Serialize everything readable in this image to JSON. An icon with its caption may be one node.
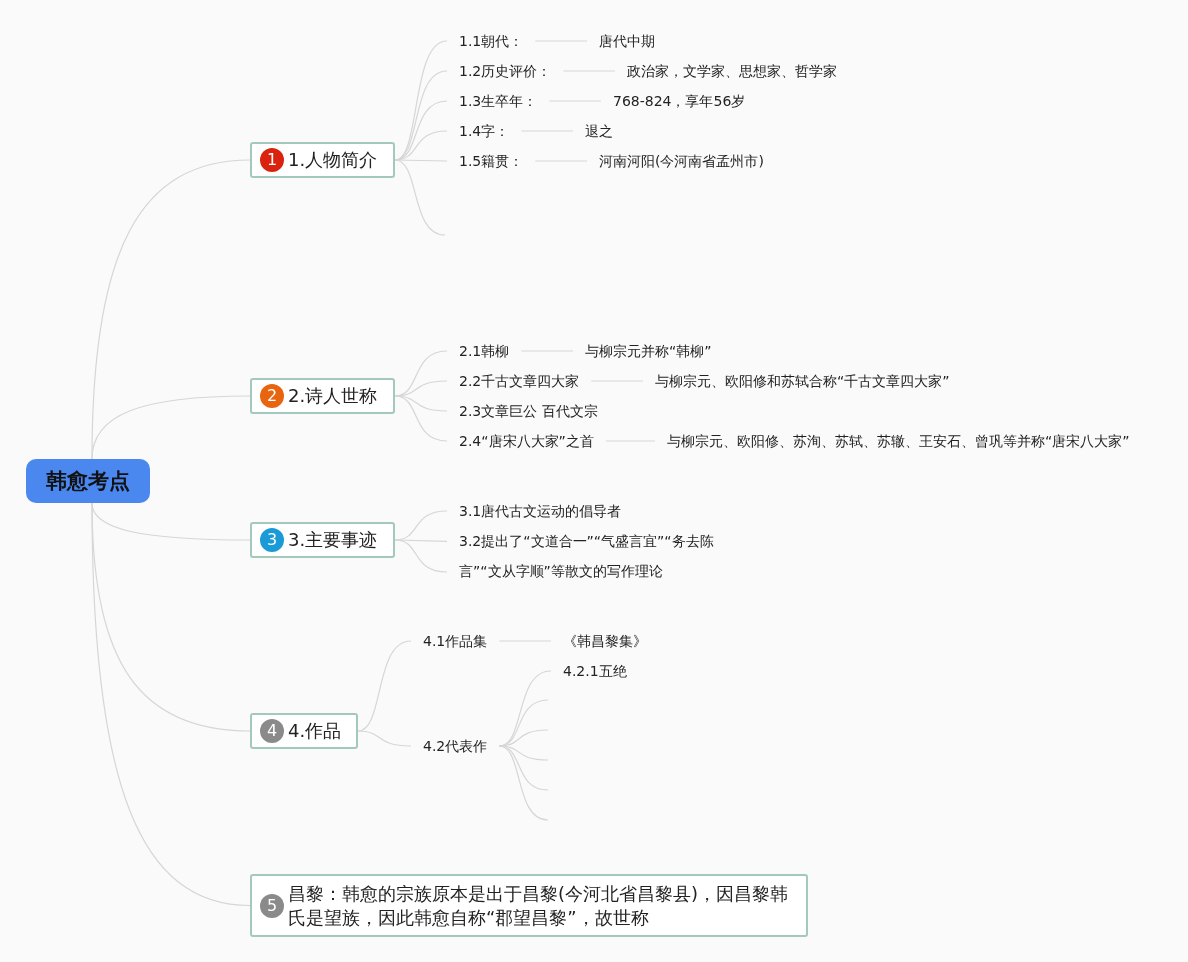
{
  "diagram": {
    "nodes": [
      {
        "text": [
          "韩愈考点"
        ]
      },
      {
        "text": [
          "1",
          "1.人物简介"
        ]
      },
      {
        "text": [
          "1.1朝代："
        ]
      },
      {
        "text": [
          "唐代中期"
        ]
      },
      {
        "text": [
          "1.2历史评价："
        ]
      },
      {
        "text": [
          "政治家，文学家、思想家、哲学家"
        ]
      },
      {
        "text": [
          "1.3生卒年："
        ]
      },
      {
        "text": [
          "768-824，享年56岁"
        ]
      },
      {
        "text": [
          "1.4字："
        ]
      },
      {
        "text": [
          "退之"
        ]
      },
      {
        "text": [
          "1.5籍贯："
        ]
      },
      {
        "text": [
          "河南河阳(今河南省孟州市)"
        ]
      },
      {
        "text": [
          "2",
          "2.诗人世称"
        ]
      },
      {
        "text": [
          "2.1韩柳"
        ]
      },
      {
        "text": [
          "与柳宗元并称“韩柳”"
        ]
      },
      {
        "text": [
          "2.2千古文章四大家"
        ]
      },
      {
        "text": [
          "与柳宗元、欧阳修和苏轼合称“千古文章四大家”"
        ]
      },
      {
        "text": [
          "2.3文章巨公 百代文宗"
        ]
      },
      {
        "text": [
          "2.4“唐宋八大家”之首"
        ]
      },
      {
        "text": [
          "与柳宗元、欧阳修、苏洵、苏轼、苏辙、王安石、曾巩等并称“唐宋八大家”"
        ]
      },
      {
        "text": [
          "3",
          "3.主要事迹"
        ]
      },
      {
        "text": [
          "3.1唐代古文运动的倡导者"
        ]
      },
      {
        "text": [
          "3.2提出了“文道合一”“气盛言宜”“务去陈言”“文从字顺”等散文的写作理论"
        ]
      },
      {
        "text": [
          "4",
          "4.作品"
        ]
      },
      {
        "text": [
          "4.1作品集"
        ]
      },
      {
        "text": [
          "《韩昌黎集》"
        ]
      },
      {
        "text": [
          "4.2代表作"
        ]
      },
      {
        "text": [
          "4.2.1五绝"
        ]
      },
      {
        "text": [
          "5",
          "昌黎：韩愈的宗族原本是出于昌黎(今河北省昌黎县)，因昌黎韩氏是望族，因此韩愈自称“郡望昌黎”，故世称"
        ]
      }
    ],
    "edges": [
      {
        "from": 0,
        "to": 1,
        "arrow": "none"
      },
      {
        "from": 0,
        "to": 12,
        "arrow": "none"
      },
      {
        "from": 0,
        "to": 20,
        "arrow": "none"
      },
      {
        "from": 0,
        "to": 23,
        "arrow": "none"
      },
      {
        "from": 0,
        "to": 28,
        "arrow": "none"
      },
      {
        "from": 1,
        "to": 2,
        "arrow": "none"
      },
      {
        "from": 1,
        "to": 4,
        "arrow": "none"
      },
      {
        "from": 1,
        "to": 6,
        "arrow": "none"
      },
      {
        "from": 1,
        "to": 8,
        "arrow": "none"
      },
      {
        "from": 1,
        "to": 10,
        "arrow": "none"
      },
      {
        "from": 1,
        "to": null,
        "arrow": "none"
      },
      {
        "from": 2,
        "to": 3,
        "arrow": "none"
      },
      {
        "from": 4,
        "to": 5,
        "arrow": "none"
      },
      {
        "from": 6,
        "to": 7,
        "arrow": "none"
      },
      {
        "from": 8,
        "to": 9,
        "arrow": "none"
      },
      {
        "from": 10,
        "to": 11,
        "arrow": "none"
      },
      {
        "from": 12,
        "to": 13,
        "arrow": "none"
      },
      {
        "from": 12,
        "to": 15,
        "arrow": "none"
      },
      {
        "from": 12,
        "to": 17,
        "arrow": "none"
      },
      {
        "from": 12,
        "to": 18,
        "arrow": "none"
      },
      {
        "from": 13,
        "to": 14,
        "arrow": "none"
      },
      {
        "from": 15,
        "to": 16,
        "arrow": "none"
      },
      {
        "from": 18,
        "to": 19,
        "arrow": "none"
      },
      {
        "from": 20,
        "to": 21,
        "arrow": "none"
      },
      {
        "from": 20,
        "to": 22,
        "arrow": "none"
      },
      {
        "from": 20,
        "to": 22,
        "arrow": "none"
      },
      {
        "from": 23,
        "to": 24,
        "arrow": "none"
      },
      {
        "from": 23,
        "to": 26,
        "arrow": "none"
      },
      {
        "from": 24,
        "to": 25,
        "arrow": "none"
      },
      {
        "from": 26,
        "to": 27,
        "arrow": "none"
      },
      {
        "from": 26,
        "to": null,
        "arrow": "none"
      },
      {
        "from": 26,
        "to": null,
        "arrow": "none"
      },
      {
        "from": 26,
        "to": null,
        "arrow": "none"
      },
      {
        "from": 26,
        "to": null,
        "arrow": "none"
      },
      {
        "from": 26,
        "to": null,
        "arrow": "none"
      }
    ]
  }
}
